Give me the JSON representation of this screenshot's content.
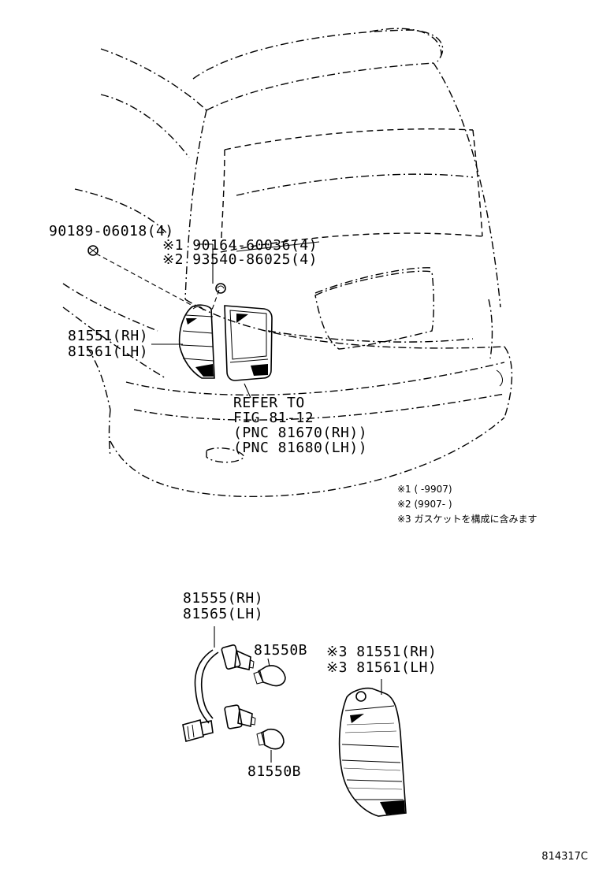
{
  "labels": {
    "bolt": "90189-06018(4)",
    "nut_a": "※1 90164-60036(4)",
    "nut_b": "※2 93540-86025(4)",
    "lamp_rh": "81551(RH)",
    "lamp_lh": "81561(LH)",
    "refer_1": "REFER TO",
    "refer_2": "FIG 81-12",
    "refer_3": "(PNC 81670(RH))",
    "refer_4": "(PNC 81680(LH))",
    "socket_rh": "81555(RH)",
    "socket_lh": "81565(LH)",
    "bulb_upper": "81550B",
    "bulb_lower": "81550B",
    "lamp2_rh": "※3 81551(RH)",
    "lamp2_lh": "※3 81561(LH)"
  },
  "notes": {
    "n1": "※1 (     -9907)",
    "n2": "※2 (9907-     )",
    "n3": "※3 ガスケットを構成に含みます"
  },
  "figure_code": "814317C"
}
